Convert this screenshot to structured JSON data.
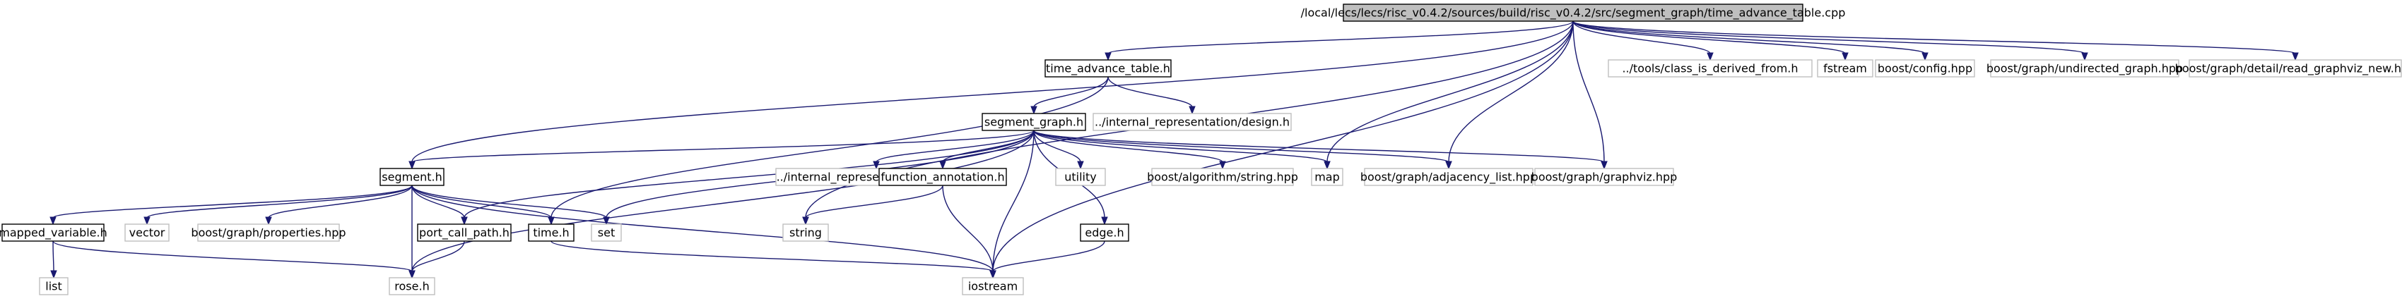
{
  "nodes": [
    {
      "id": "root",
      "label": "/local/lecs/lecs/risc_v0.4.2/sources/build/risc_v0.4.2/src/segment_graph/time_advance_table.cpp",
      "kind": "root"
    },
    {
      "id": "time_advance_table",
      "label": "time_advance_table.h",
      "kind": "local"
    },
    {
      "id": "class_is_derived",
      "label": "../tools/class_is_derived_from.h",
      "kind": "external"
    },
    {
      "id": "fstream",
      "label": "fstream",
      "kind": "external"
    },
    {
      "id": "boost_config",
      "label": "boost/config.hpp",
      "kind": "external"
    },
    {
      "id": "boost_undirected",
      "label": "boost/graph/undirected_graph.hpp",
      "kind": "external"
    },
    {
      "id": "boost_read_graphviz",
      "label": "boost/graph/detail/read_graphviz_new.hpp",
      "kind": "external"
    },
    {
      "id": "segment_graph",
      "label": "segment_graph.h",
      "kind": "local"
    },
    {
      "id": "design",
      "label": "../internal_representation/design.h",
      "kind": "external"
    },
    {
      "id": "segment",
      "label": "segment.h",
      "kind": "local"
    },
    {
      "id": "module",
      "label": "../internal_representation/module.h",
      "kind": "external"
    },
    {
      "id": "function_annotation",
      "label": "function_annotation.h",
      "kind": "local"
    },
    {
      "id": "utility",
      "label": "utility",
      "kind": "external"
    },
    {
      "id": "boost_string",
      "label": "boost/algorithm/string.hpp",
      "kind": "external"
    },
    {
      "id": "map",
      "label": "map",
      "kind": "external"
    },
    {
      "id": "boost_adjacency",
      "label": "boost/graph/adjacency_list.hpp",
      "kind": "external"
    },
    {
      "id": "boost_graphviz",
      "label": "boost/graph/graphviz.hpp",
      "kind": "external"
    },
    {
      "id": "mapped_variable",
      "label": "mapped_variable.h",
      "kind": "local"
    },
    {
      "id": "vector",
      "label": "vector",
      "kind": "external"
    },
    {
      "id": "boost_properties",
      "label": "boost/graph/properties.hpp",
      "kind": "external"
    },
    {
      "id": "port_call_path",
      "label": "port_call_path.h",
      "kind": "local"
    },
    {
      "id": "time",
      "label": "time.h",
      "kind": "local"
    },
    {
      "id": "set",
      "label": "set",
      "kind": "external"
    },
    {
      "id": "string",
      "label": "string",
      "kind": "external"
    },
    {
      "id": "edge",
      "label": "edge.h",
      "kind": "local"
    },
    {
      "id": "list",
      "label": "list",
      "kind": "external"
    },
    {
      "id": "rose",
      "label": "rose.h",
      "kind": "external"
    },
    {
      "id": "iostream",
      "label": "iostream",
      "kind": "external"
    }
  ],
  "edges": [
    [
      "root",
      "time_advance_table"
    ],
    [
      "root",
      "class_is_derived"
    ],
    [
      "root",
      "fstream"
    ],
    [
      "root",
      "boost_config"
    ],
    [
      "root",
      "boost_undirected"
    ],
    [
      "root",
      "boost_read_graphviz"
    ],
    [
      "root",
      "segment"
    ],
    [
      "root",
      "string"
    ],
    [
      "root",
      "map"
    ],
    [
      "root",
      "boost_adjacency"
    ],
    [
      "root",
      "boost_graphviz"
    ],
    [
      "root",
      "iostream"
    ],
    [
      "time_advance_table",
      "segment_graph"
    ],
    [
      "time_advance_table",
      "design"
    ],
    [
      "time_advance_table",
      "time"
    ],
    [
      "segment_graph",
      "segment"
    ],
    [
      "segment_graph",
      "module"
    ],
    [
      "segment_graph",
      "function_annotation"
    ],
    [
      "segment_graph",
      "utility"
    ],
    [
      "segment_graph",
      "boost_string"
    ],
    [
      "segment_graph",
      "map"
    ],
    [
      "segment_graph",
      "boost_adjacency"
    ],
    [
      "segment_graph",
      "boost_graphviz"
    ],
    [
      "segment_graph",
      "set"
    ],
    [
      "segment_graph",
      "port_call_path"
    ],
    [
      "segment_graph",
      "rose"
    ],
    [
      "segment_graph",
      "iostream"
    ],
    [
      "segment_graph",
      "edge"
    ],
    [
      "segment",
      "mapped_variable"
    ],
    [
      "segment",
      "vector"
    ],
    [
      "segment",
      "boost_properties"
    ],
    [
      "segment",
      "port_call_path"
    ],
    [
      "segment",
      "time"
    ],
    [
      "segment",
      "set"
    ],
    [
      "segment",
      "rose"
    ],
    [
      "segment",
      "iostream"
    ],
    [
      "function_annotation",
      "string"
    ],
    [
      "function_annotation",
      "iostream"
    ],
    [
      "mapped_variable",
      "list"
    ],
    [
      "mapped_variable",
      "rose"
    ],
    [
      "port_call_path",
      "rose"
    ],
    [
      "time",
      "iostream"
    ],
    [
      "edge",
      "iostream"
    ]
  ]
}
